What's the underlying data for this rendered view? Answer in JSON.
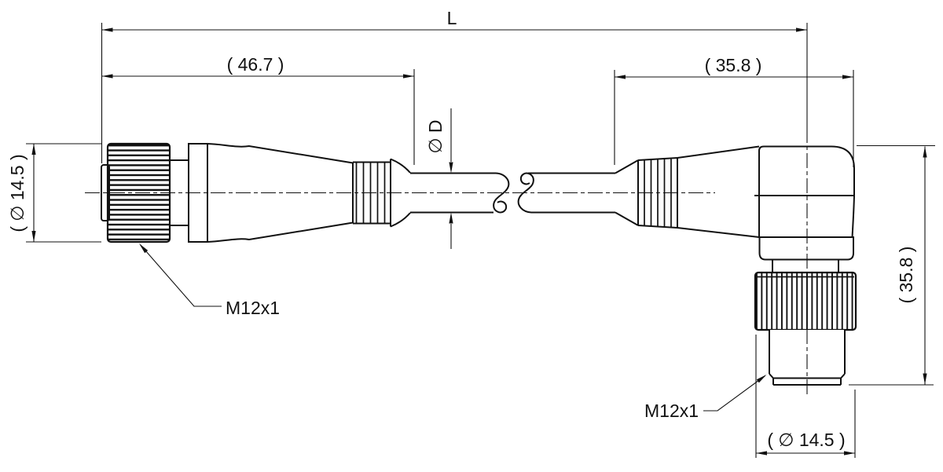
{
  "drawing": {
    "background": "#ffffff",
    "line_color": "#111111",
    "dimensions": {
      "overall_length": {
        "label": "L"
      },
      "left_connector_length": {
        "label": "( 46.7 )",
        "value": 46.7,
        "reference": true
      },
      "right_connector_length": {
        "label": "( 35.8 )",
        "value": 35.8,
        "reference": true
      },
      "cable_diameter": {
        "label": "∅ D"
      },
      "left_connector_diameter": {
        "label": "( ∅ 14.5 )",
        "value": 14.5,
        "reference": true
      },
      "right_connector_height": {
        "label": "( 35.8 )",
        "value": 35.8,
        "reference": true
      },
      "right_connector_diameter": {
        "label": "( ∅ 14.5 )",
        "value": 14.5,
        "reference": true
      }
    },
    "callouts": {
      "left_thread": {
        "label": "M12x1"
      },
      "right_thread": {
        "label": "M12x1"
      }
    }
  }
}
